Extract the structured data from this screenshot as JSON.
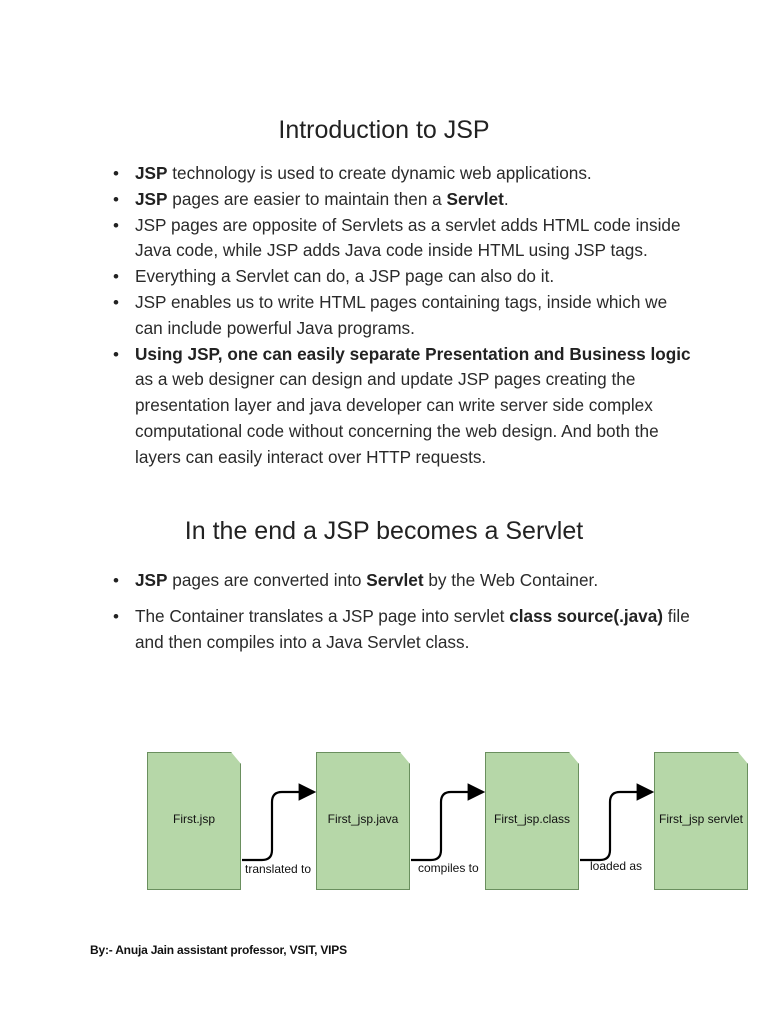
{
  "heading1": "Introduction to JSP",
  "list1": [
    {
      "b1": "JSP",
      "t1": " technology is used to create dynamic web applications."
    },
    {
      "b1": "JSP",
      "t1": " pages are easier to maintain then a ",
      "b2": "Servlet",
      "t2": "."
    },
    {
      "t1": "JSP pages are opposite of Servlets as a servlet adds HTML code inside Java code, while JSP adds Java code inside HTML using JSP tags."
    },
    {
      "t1": "Everything a Servlet can do, a JSP page can also do it."
    },
    {
      "t1": "JSP enables us to write HTML pages containing tags, inside which we can include powerful Java programs."
    },
    {
      "b1": "Using JSP, one can easily separate Presentation and Business logic",
      "t1": " as a web designer can design and update JSP pages creating the presentation layer and java developer can write server side complex computational code without concerning the web design. And both the layers can easily interact over HTTP requests."
    }
  ],
  "heading2": "In the end a JSP becomes a Servlet",
  "list2": [
    {
      "b1": "JSP",
      "t1": " pages are converted into ",
      "b2": "Servlet",
      "t2": " by the Web Container."
    },
    {
      "t1": "The Container translates a JSP page into servlet ",
      "b2": "class source(.java)",
      "t2": " file and then compiles into a Java Servlet class."
    }
  ],
  "diagram": {
    "nodes": [
      "First.jsp",
      "First_jsp.java",
      "First_jsp.class",
      "First_jsp servlet"
    ],
    "edges": [
      "translated to",
      "compiles to",
      "loaded as"
    ],
    "node_color": "#b6d7a8"
  },
  "footer": "By:- Anuja Jain assistant professor, VSIT, VIPS"
}
